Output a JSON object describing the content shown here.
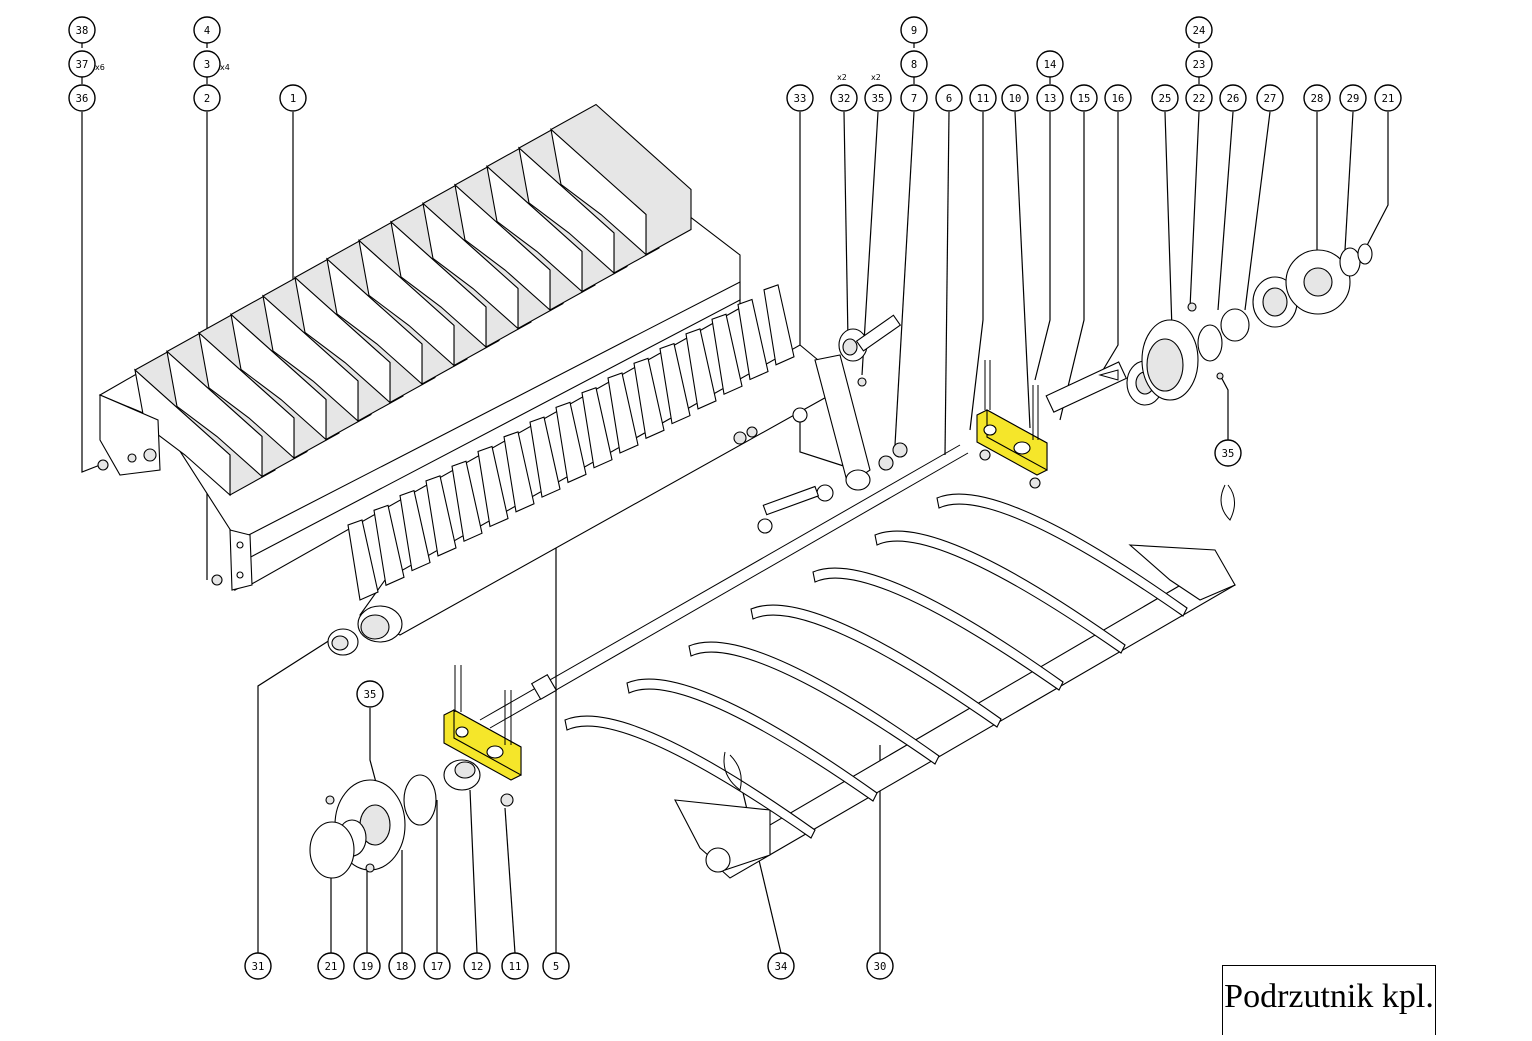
{
  "title_block": {
    "text": "Podrzutnik kpl."
  },
  "colors": {
    "highlight": "#f5e62a",
    "line": "#000000",
    "background": "#ffffff"
  },
  "callouts": [
    "38",
    "37",
    "36",
    "4",
    "3",
    "2",
    "1",
    "33",
    "32",
    "35",
    "9",
    "8",
    "7",
    "6",
    "11",
    "10",
    "14",
    "13",
    "15",
    "16",
    "24",
    "23",
    "22",
    "25",
    "26",
    "27",
    "28",
    "29",
    "21",
    "35",
    "35",
    "31",
    "21",
    "19",
    "18",
    "17",
    "12",
    "11",
    "5",
    "34",
    "30"
  ],
  "multipliers": [
    "x6",
    "x4",
    "x2",
    "x2"
  ]
}
